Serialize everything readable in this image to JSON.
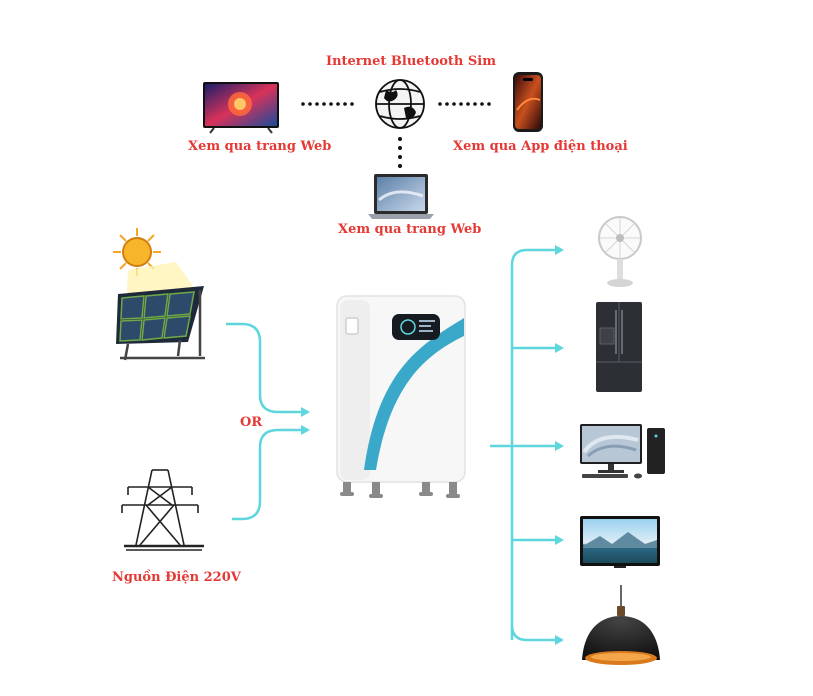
{
  "labels": {
    "connectivity": "Internet Bluetooth Sim",
    "web_view_tv": "Xem qua trang Web",
    "app_view_phone": "Xem qua App điện thoại",
    "web_view_laptop": "Xem qua trang Web",
    "or": "OR",
    "grid_power": "Nguồn Điện 220V"
  },
  "colors": {
    "label": "#e53935",
    "flow_line": "#5ed6de",
    "accent_wave": "#3aa9c9"
  },
  "icons": {
    "monitoring_devices": [
      "tv-icon",
      "globe-icon",
      "smartphone-icon",
      "laptop-icon"
    ],
    "sources": [
      "solar-panel-icon",
      "power-tower-icon"
    ],
    "storage": "battery-storage-icon",
    "loads": [
      "fan-icon",
      "refrigerator-icon",
      "desktop-pc-icon",
      "tv-icon",
      "pendant-lamp-icon"
    ]
  }
}
